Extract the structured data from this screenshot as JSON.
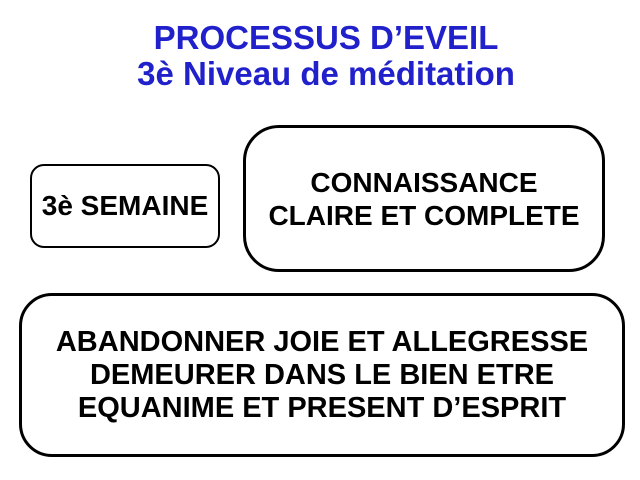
{
  "slide": {
    "title": {
      "line1": "PROCESSUS D’EVEIL",
      "line2": "3è Niveau de méditation"
    },
    "boxes": [
      {
        "name": "semaine",
        "lines": [
          "3è SEMAINE"
        ]
      },
      {
        "name": "connaissance",
        "lines": [
          "CONNAISSANCE",
          "CLAIRE ET COMPLETE"
        ]
      },
      {
        "name": "abandon",
        "lines": [
          "ABANDONNER JOIE ET ALLEGRESSE",
          "DEMEURER DANS LE BIEN ETRE",
          "EQUANIME ET PRESENT D’ESPRIT"
        ]
      }
    ]
  },
  "colors": {
    "title-blue": "#2121CC",
    "text-black": "#000000",
    "box-border": "#000000",
    "background": "#FFFFFF"
  }
}
